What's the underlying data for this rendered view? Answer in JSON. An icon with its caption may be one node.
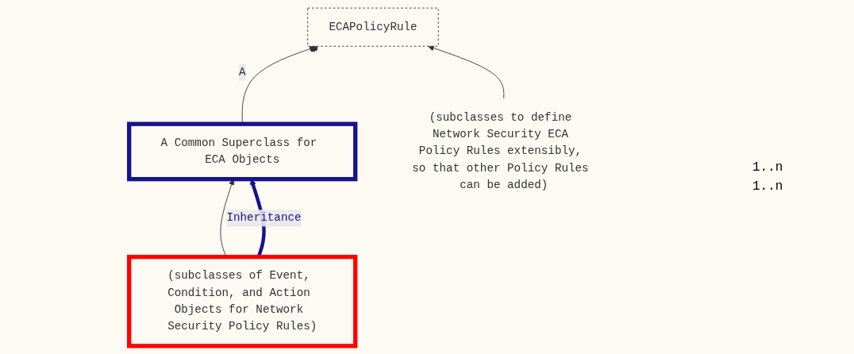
{
  "diagram": {
    "nodes": [
      {
        "text": [
          "ECAPolicyRule"
        ]
      },
      {
        "text": [
          "A Common Superclass for ECA Objects"
        ]
      },
      {
        "text": [
          "(subclasses to define Network Security ECA Policy Rules extensibly, so that other Policy Rules can be added)"
        ]
      },
      {
        "text": [
          "(subclasses of Event, Condition, and Action Objects for Network Security Policy Rules)"
        ]
      }
    ],
    "edges": [
      {
        "from": 0,
        "to": 1,
        "arrow": "other",
        "label": "A"
      },
      {
        "from": 2,
        "to": 0,
        "arrow": "to"
      },
      {
        "from": 3,
        "to": 1,
        "arrow": "to"
      },
      {
        "from": 3,
        "to": 1,
        "arrow": "to",
        "label": "Inheritance",
        "style": "thick",
        "color": "#14148c"
      }
    ],
    "labels": [
      "1..n",
      "1..n"
    ]
  }
}
